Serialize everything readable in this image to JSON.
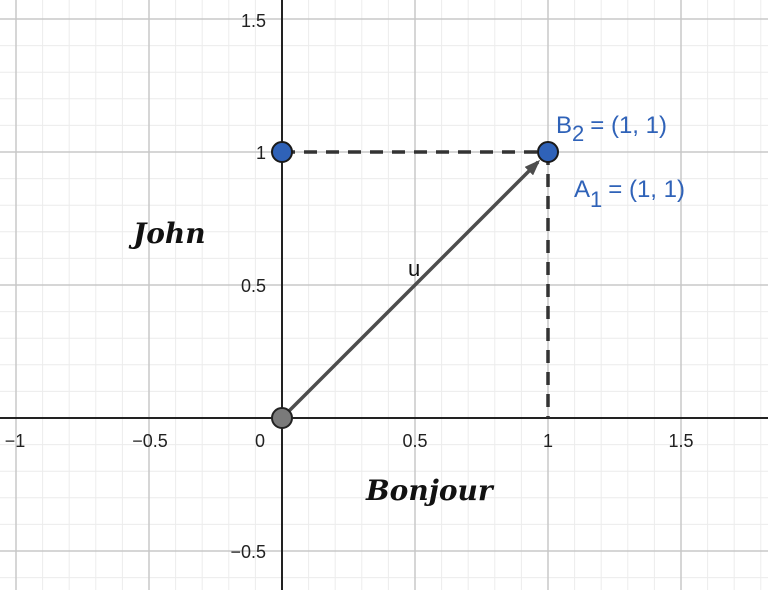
{
  "x_ticks": [
    "−1",
    "−0.5",
    "0",
    "0.5",
    "1",
    "1.5"
  ],
  "y_ticks": [
    "1.5",
    "1",
    "0.5",
    "−0.5"
  ],
  "x_axis_name": "Bonjour",
  "y_axis_name": "John",
  "vector": {
    "name": "u",
    "from": [
      0,
      0
    ],
    "to": [
      1,
      1
    ]
  },
  "points": [
    {
      "name": "B",
      "sub": "2",
      "coords": "= (1, 1)",
      "x": 1,
      "y": 1
    },
    {
      "name": "A",
      "sub": "1",
      "coords": "= (1, 1)",
      "x": 1,
      "y": 1
    }
  ],
  "helper_point": {
    "x": 0,
    "y": 1
  },
  "colors": {
    "point_fill": "#2f62b8",
    "label": "#2f62b8",
    "vector": "#4d4d4d",
    "origin_fill": "#7a7a7a",
    "grid_major": "#c8c8c8",
    "grid_minor": "#ececec",
    "axis": "#222222",
    "dashed": "#333333"
  }
}
